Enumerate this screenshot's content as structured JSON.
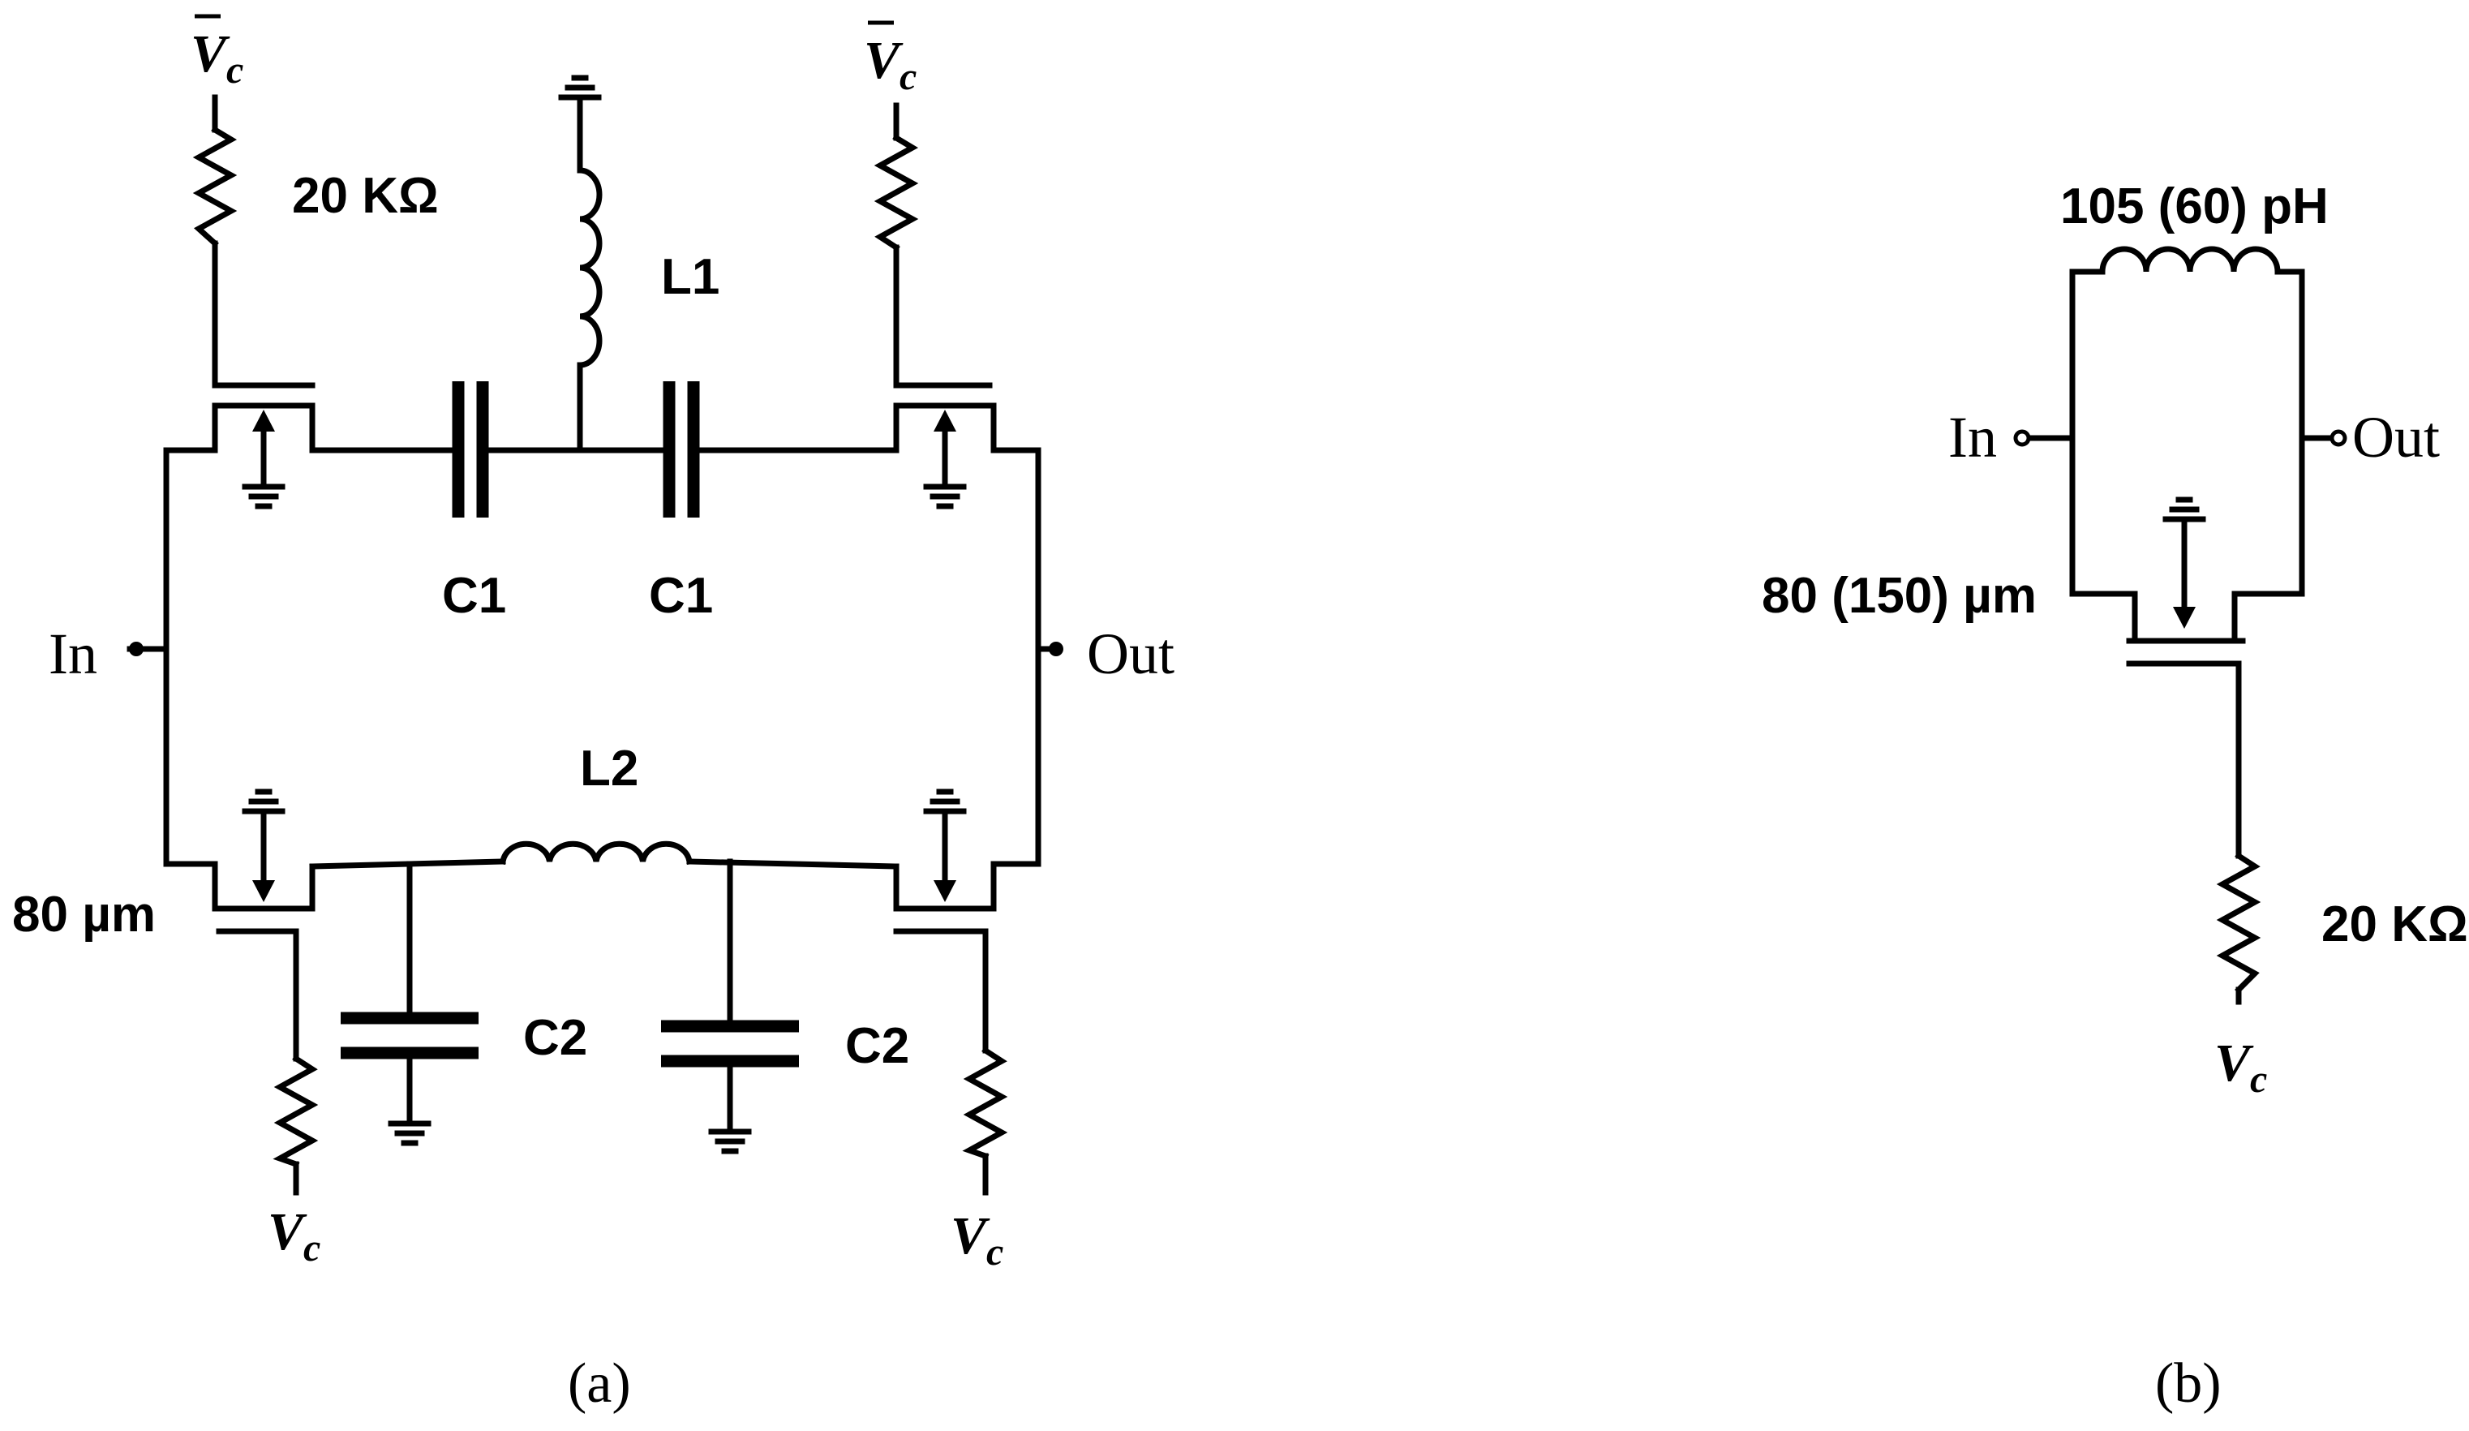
{
  "circuit_a": {
    "caption": "(a)",
    "port_in": "In",
    "port_out": "Out",
    "vc_bar_symbol": "V",
    "vc_symbol": "V",
    "vc_subscript": "c",
    "resistor_label": "20 KΩ",
    "l1_label": "L1",
    "l2_label": "L2",
    "c1_label": "C1",
    "c2_label": "C2",
    "width_label": "80 µm"
  },
  "circuit_b": {
    "caption": "(b)",
    "port_in": "In",
    "port_out": "Out",
    "inductor_label": "105 (60) pH",
    "width_label": "80 (150) µm",
    "resistor_label": "20 KΩ",
    "vc_symbol": "V",
    "vc_subscript": "c"
  }
}
